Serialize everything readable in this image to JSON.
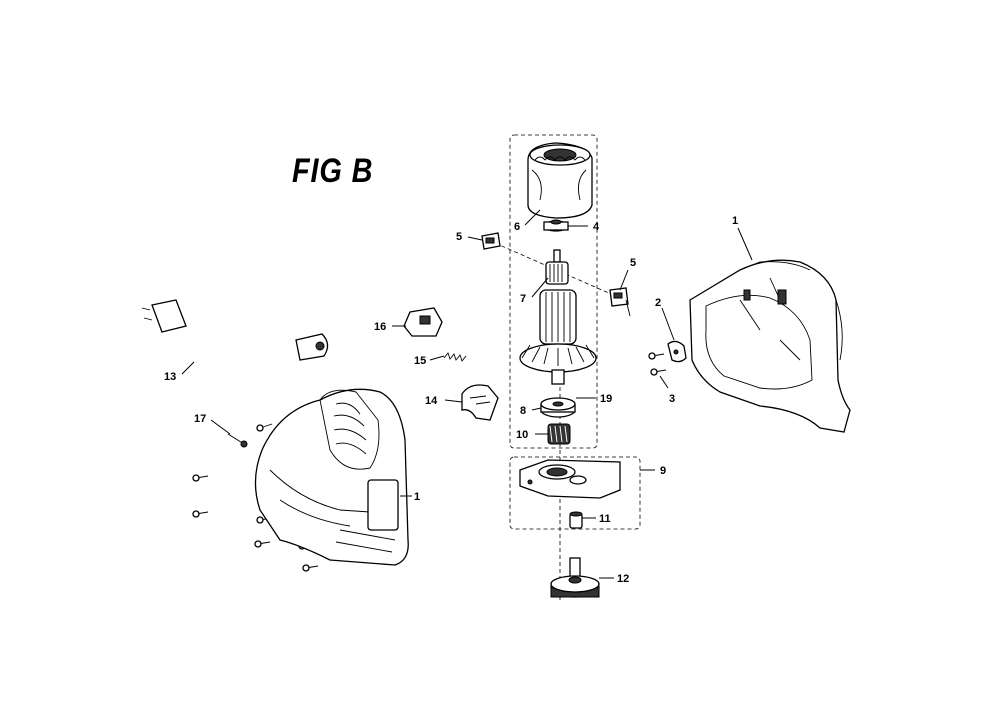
{
  "figure": {
    "title": "FIG B"
  },
  "callouts": [
    {
      "id": "c1-left",
      "text": "1"
    },
    {
      "id": "c1-right",
      "text": "1"
    },
    {
      "id": "c2",
      "text": "2"
    },
    {
      "id": "c3",
      "text": "3"
    },
    {
      "id": "c4",
      "text": "4"
    },
    {
      "id": "c5-left",
      "text": "5"
    },
    {
      "id": "c5-right",
      "text": "5"
    },
    {
      "id": "c6",
      "text": "6"
    },
    {
      "id": "c7",
      "text": "7"
    },
    {
      "id": "c8",
      "text": "8"
    },
    {
      "id": "c9",
      "text": "9"
    },
    {
      "id": "c10",
      "text": "10"
    },
    {
      "id": "c11",
      "text": "11"
    },
    {
      "id": "c12",
      "text": "12"
    },
    {
      "id": "c13",
      "text": "13"
    },
    {
      "id": "c14",
      "text": "14"
    },
    {
      "id": "c15",
      "text": "15"
    },
    {
      "id": "c16",
      "text": "16"
    },
    {
      "id": "c17",
      "text": "17"
    },
    {
      "id": "c19",
      "text": "19"
    }
  ]
}
